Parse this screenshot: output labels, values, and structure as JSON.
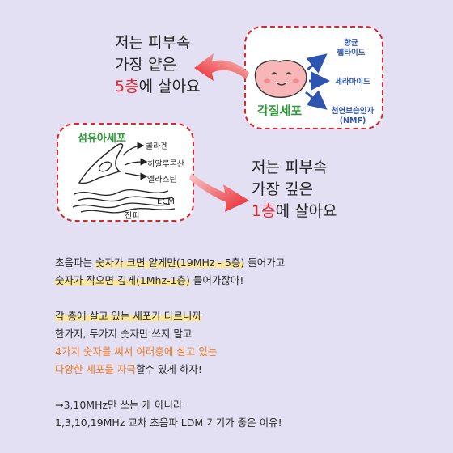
{
  "top_box": {
    "title": "각질세포",
    "labels": [
      "항균\n펩타이드",
      "세라마이드",
      "천연보습인자\n(NMF)"
    ]
  },
  "top_text": {
    "line1": "저는 피부속",
    "line2": "가장 얕은",
    "line3_red": "5층",
    "line3_rest": "에 살아요"
  },
  "bottom_box": {
    "title": "섬유아세포",
    "labels": [
      "콜라겐",
      "히알루론산",
      "엘라스틴"
    ],
    "ecm": "ECM",
    "dermis": "진피"
  },
  "bottom_text": {
    "line1": "저는 피부속",
    "line2": "가장 깊은",
    "line3_red": "1층",
    "line3_rest": "에 살아요"
  },
  "paragraphs": {
    "p1_a_plain": "초음파는 ",
    "p1_a_hl": "숫자가 크면 얕게만(19MHz - 5층)",
    "p1_a_rest": " 들어가고",
    "p1_b_hl": "숫자가 작으면 깊게(1Mhz-1층)",
    "p1_b_rest": " 들어가잖아!",
    "p2_a_hl": "각 층에 살고 있는 세포가 다르니까",
    "p2_b": "한가지, 두가지 숫자만 쓰지 말고",
    "p2_c_orange": "4가지 숫자를 써서 여러층에 살고 있는",
    "p2_d_orange": "다양한 세포를 자극",
    "p2_d_rest": "할수 있게 하자!",
    "p3_a": "→3,10MHz만 쓰는 게 아니라",
    "p3_b": "1,3,10,19MHz 교차 초음파 LDM 기기가 좋은 이유!"
  },
  "colors": {
    "background": "#e4e0f4",
    "dashed_border": "#e0262c",
    "red_text": "#e8262c",
    "highlight": "#fbe79a",
    "orange_text": "#f07b24",
    "blue_label": "#2d55b0",
    "green_title": "#2e9a36"
  }
}
